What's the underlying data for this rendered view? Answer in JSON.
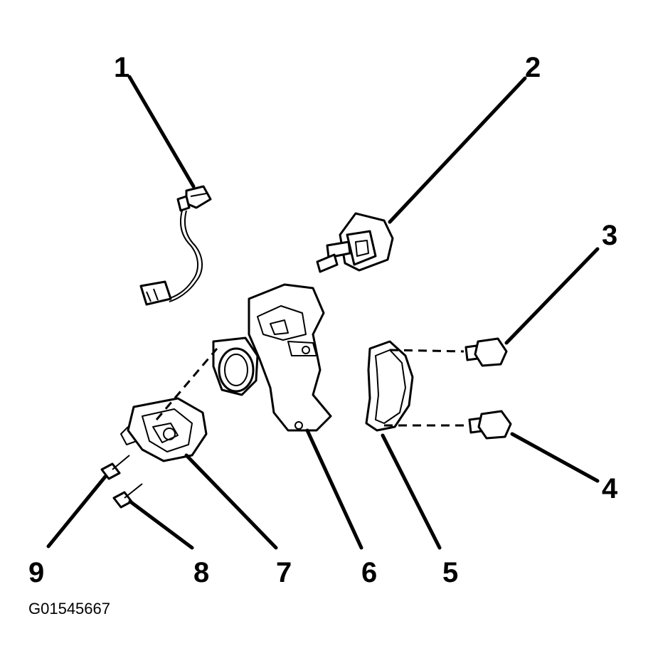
{
  "callouts": [
    {
      "id": 1,
      "label": "1"
    },
    {
      "id": 2,
      "label": "2"
    },
    {
      "id": 3,
      "label": "3"
    },
    {
      "id": 4,
      "label": "4"
    },
    {
      "id": 5,
      "label": "5"
    },
    {
      "id": 6,
      "label": "6"
    },
    {
      "id": 7,
      "label": "7"
    },
    {
      "id": 8,
      "label": "8"
    },
    {
      "id": 9,
      "label": "9"
    }
  ],
  "figure_id": "G01545667"
}
